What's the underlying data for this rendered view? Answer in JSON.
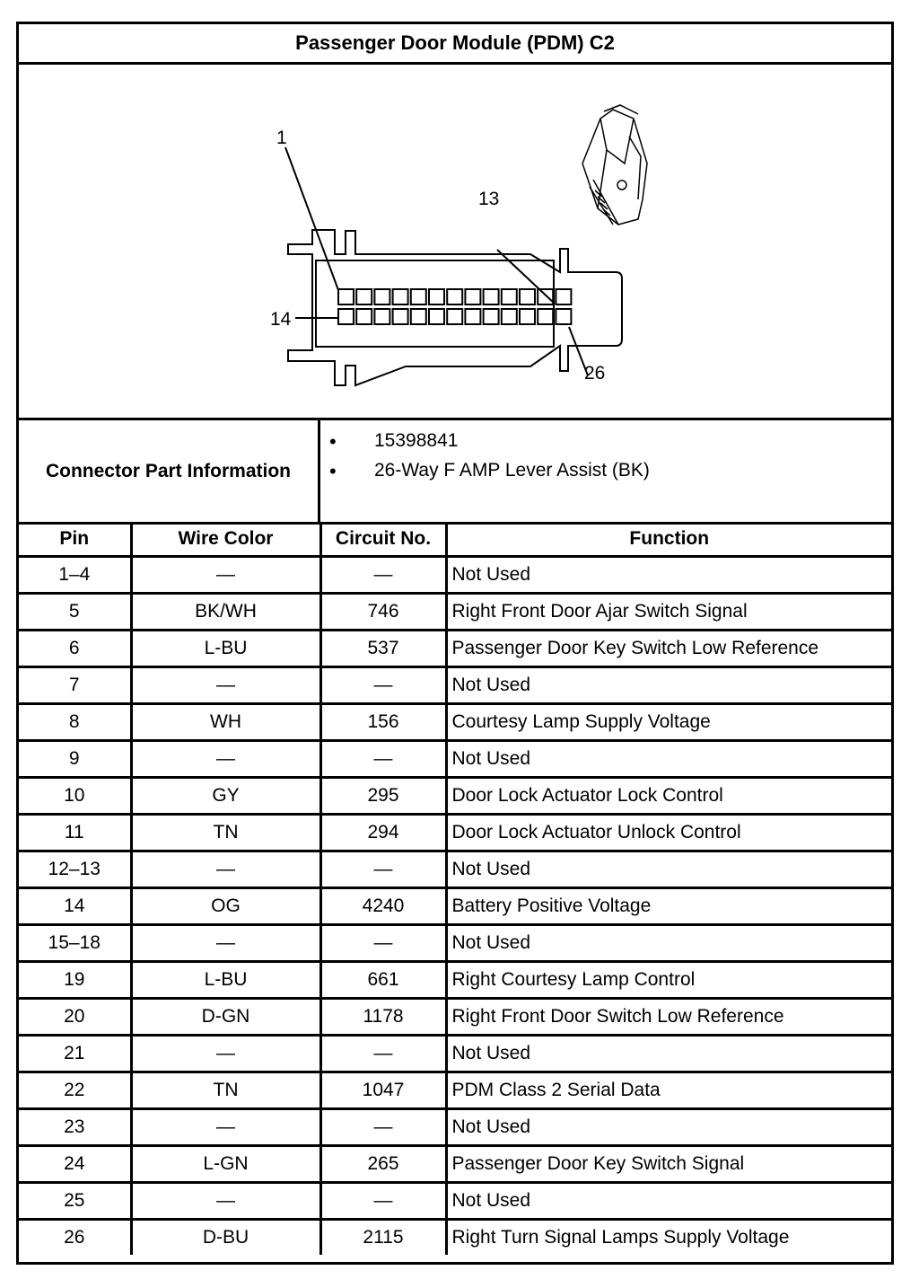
{
  "title": "Passenger Door Module (PDM) C2",
  "diagram": {
    "pin_labels": {
      "p1": "1",
      "p13": "13",
      "p14": "14",
      "p26": "26"
    }
  },
  "connector_info": {
    "label": "Connector Part Information",
    "items": [
      "15398841",
      "26-Way F AMP Lever Assist (BK)"
    ]
  },
  "table": {
    "headers": {
      "pin": "Pin",
      "wire_color": "Wire Color",
      "circuit": "Circuit No.",
      "function": "Function"
    },
    "rows": [
      {
        "pin": "1–4",
        "wire_color": "—",
        "circuit": "—",
        "function": "Not Used"
      },
      {
        "pin": "5",
        "wire_color": "BK/WH",
        "circuit": "746",
        "function": "Right Front Door Ajar Switch Signal"
      },
      {
        "pin": "6",
        "wire_color": "L-BU",
        "circuit": "537",
        "function": "Passenger Door Key Switch Low Reference"
      },
      {
        "pin": "7",
        "wire_color": "—",
        "circuit": "—",
        "function": "Not Used"
      },
      {
        "pin": "8",
        "wire_color": "WH",
        "circuit": "156",
        "function": "Courtesy Lamp Supply Voltage"
      },
      {
        "pin": "9",
        "wire_color": "—",
        "circuit": "—",
        "function": "Not Used"
      },
      {
        "pin": "10",
        "wire_color": "GY",
        "circuit": "295",
        "function": "Door Lock Actuator Lock Control"
      },
      {
        "pin": "11",
        "wire_color": "TN",
        "circuit": "294",
        "function": "Door Lock Actuator Unlock Control"
      },
      {
        "pin": "12–13",
        "wire_color": "—",
        "circuit": "—",
        "function": "Not Used"
      },
      {
        "pin": "14",
        "wire_color": "OG",
        "circuit": "4240",
        "function": "Battery Positive Voltage"
      },
      {
        "pin": "15–18",
        "wire_color": "—",
        "circuit": "—",
        "function": "Not Used"
      },
      {
        "pin": "19",
        "wire_color": "L-BU",
        "circuit": "661",
        "function": "Right Courtesy Lamp Control"
      },
      {
        "pin": "20",
        "wire_color": "D-GN",
        "circuit": "1178",
        "function": "Right Front Door Switch Low Reference"
      },
      {
        "pin": "21",
        "wire_color": "—",
        "circuit": "—",
        "function": "Not Used"
      },
      {
        "pin": "22",
        "wire_color": "TN",
        "circuit": "1047",
        "function": "PDM Class 2 Serial Data"
      },
      {
        "pin": "23",
        "wire_color": "—",
        "circuit": "—",
        "function": "Not Used"
      },
      {
        "pin": "24",
        "wire_color": "L-GN",
        "circuit": "265",
        "function": "Passenger Door Key Switch Signal"
      },
      {
        "pin": "25",
        "wire_color": "—",
        "circuit": "—",
        "function": "Not Used"
      },
      {
        "pin": "26",
        "wire_color": "D-BU",
        "circuit": "2115",
        "function": "Right Turn Signal Lamps Supply Voltage"
      }
    ]
  }
}
